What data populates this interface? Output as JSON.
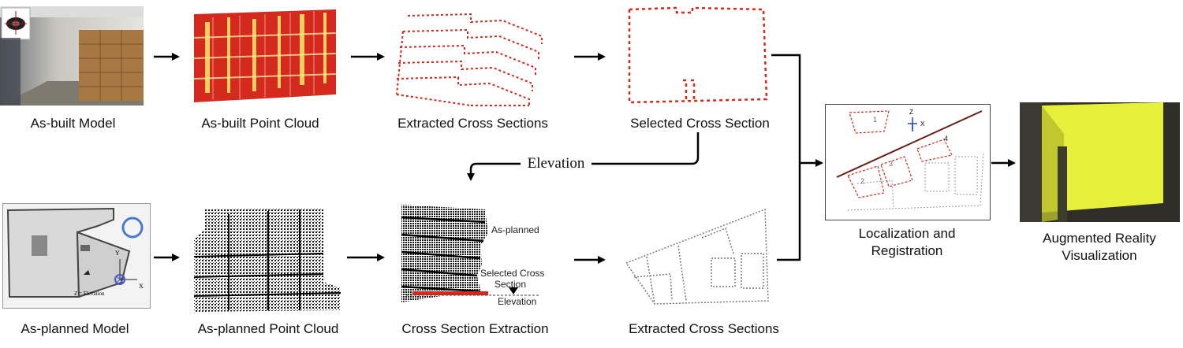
{
  "captions": {
    "as_built_model": "As-built Model",
    "as_built_point_cloud": "As-built Point Cloud",
    "extracted_cross_sections_top": "Extracted Cross Sections",
    "selected_cross_section": "Selected Cross Section",
    "as_planned_model": "As-planned Model",
    "as_planned_point_cloud": "As-planned Point Cloud",
    "cross_section_extraction": "Cross Section Extraction",
    "extracted_cross_sections_bottom": "Extracted Cross Sections",
    "localization_line1": "Localization and",
    "localization_line2": "Registration",
    "ar_line1": "Augmented Reality",
    "ar_line2": "Visualization"
  },
  "elevation_label": "Elevation",
  "extraction_annotations": {
    "as_planned": "As-planned",
    "selected_line1": "Selected Cross",
    "selected_line2": "Section",
    "elevation": "Elevation"
  },
  "model_annotations": {
    "axis_y": "Y",
    "axis_x": "X",
    "z_elevation": "Z = Elevation"
  },
  "registration_annotations": {
    "axis_z": "Z",
    "axis_x": "X",
    "region_1": "1",
    "region_2": "2",
    "region_3": "3",
    "region_4": "4"
  },
  "colors": {
    "red_cloud": "#d42a1e",
    "yellow_overlay": "#e6ef3a",
    "dark_bg": "#2f2e28"
  }
}
